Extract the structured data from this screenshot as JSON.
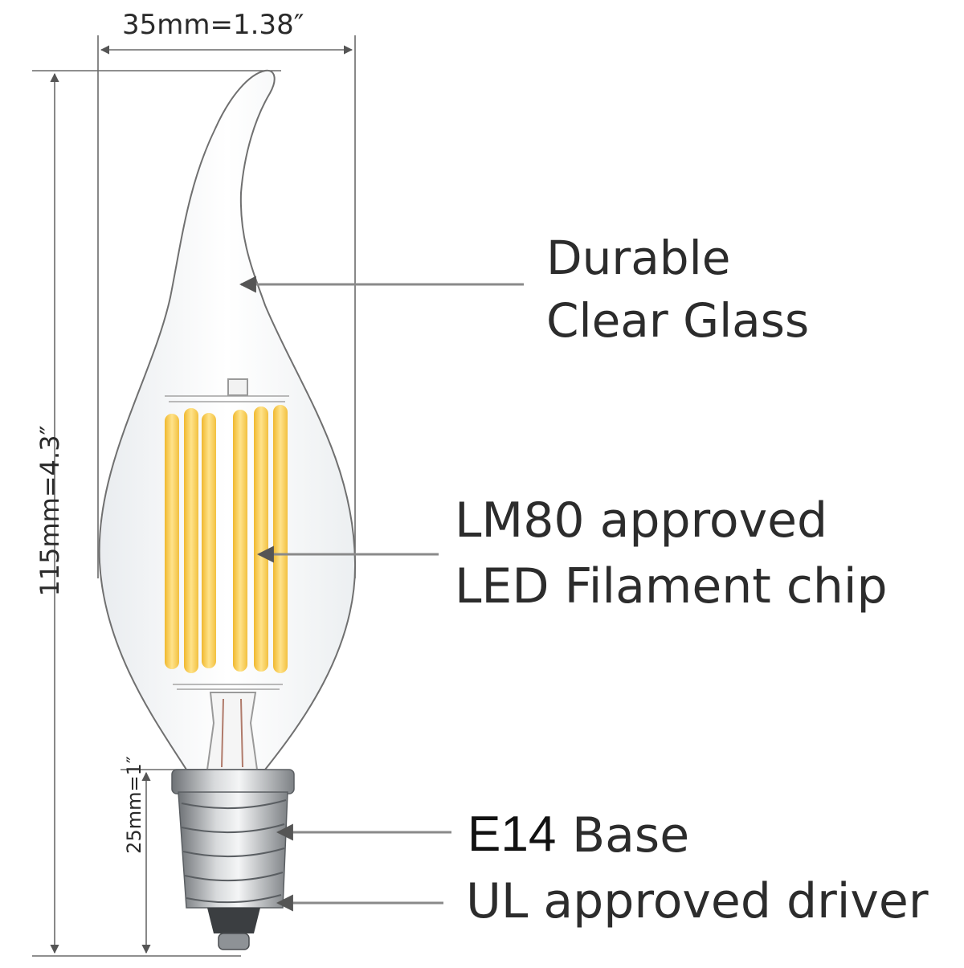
{
  "dimensions": {
    "width": "35mm=1.38″",
    "height": "115mm=4.3″",
    "base_height": "25mm=1″"
  },
  "labels": {
    "glass_line1": "Durable",
    "glass_line2": "Clear Glass",
    "led_line1": "LM80 approved",
    "led_line2": "LED Filament chip",
    "base_code": "E14",
    "base_word": "Base",
    "driver": "UL approved driver"
  },
  "colors": {
    "filament": "#f5c842",
    "filament_highlight": "#ffe89a",
    "glass_outline": "#707070",
    "metal": "#9a9ea3",
    "arrow": "#8a8a8a",
    "text": "#2c2c2c"
  }
}
